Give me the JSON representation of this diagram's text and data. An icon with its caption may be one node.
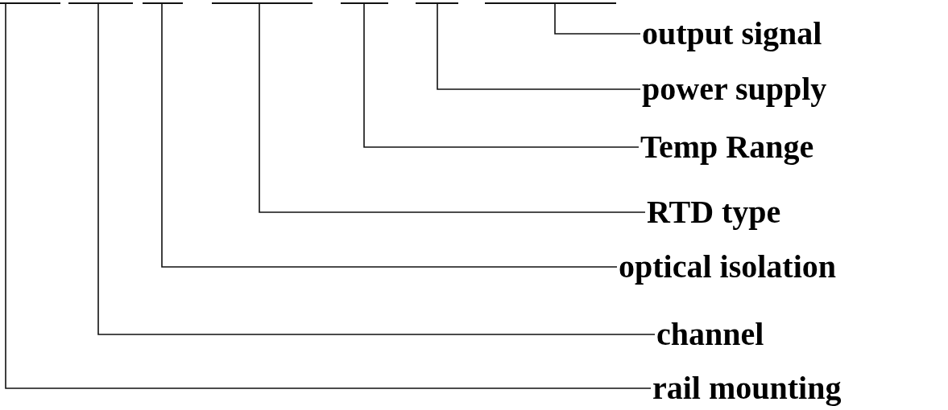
{
  "diagram": {
    "nodes": [
      {
        "text": [],
        "shape": "bar"
      },
      {
        "text": [],
        "shape": "bar"
      },
      {
        "text": [],
        "shape": "bar"
      },
      {
        "text": [],
        "shape": "bar"
      },
      {
        "text": [],
        "shape": "bar"
      },
      {
        "text": [],
        "shape": "bar"
      },
      {
        "text": [],
        "shape": "bar"
      },
      {
        "text": [
          "output signal"
        ]
      },
      {
        "text": [
          "power supply"
        ]
      },
      {
        "text": [
          "Temp Range"
        ]
      },
      {
        "text": [
          "RTD type"
        ]
      },
      {
        "text": [
          "optical isolation"
        ]
      },
      {
        "text": [
          "channel"
        ]
      },
      {
        "text": [
          "rail mounting"
        ]
      }
    ],
    "edges": [
      {
        "from": 0,
        "to": 13,
        "arrow": "none"
      },
      {
        "from": 1,
        "to": 12,
        "arrow": "none"
      },
      {
        "from": 2,
        "to": 11,
        "arrow": "none"
      },
      {
        "from": 3,
        "to": 10,
        "arrow": "none"
      },
      {
        "from": 4,
        "to": 9,
        "arrow": "none"
      },
      {
        "from": 5,
        "to": 8,
        "arrow": "none"
      },
      {
        "from": 6,
        "to": 7,
        "arrow": "none"
      }
    ]
  }
}
